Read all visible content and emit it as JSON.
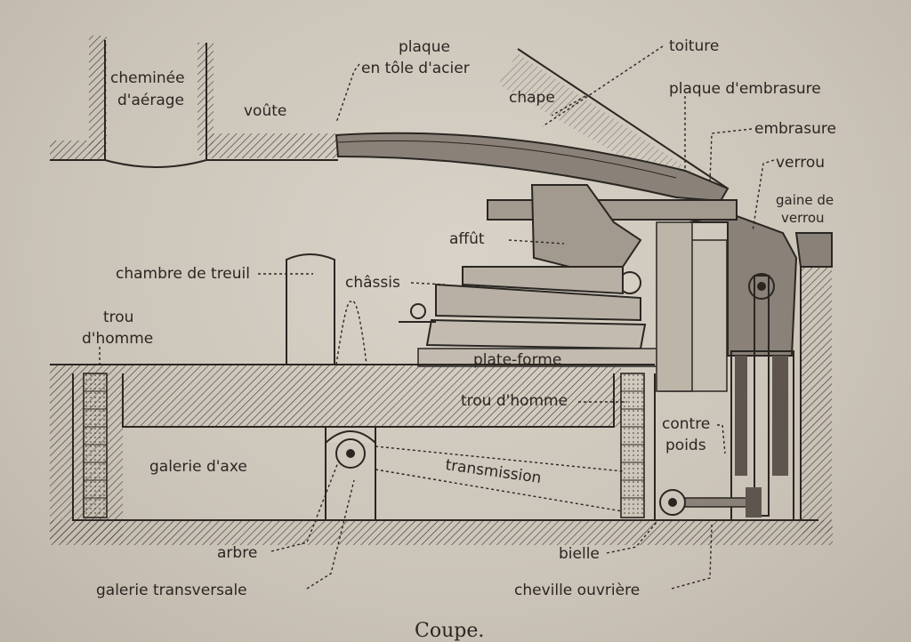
{
  "caption": "Coupe.",
  "labels": {
    "cheminee": "cheminée",
    "aerage": "d'aérage",
    "voute": "voûte",
    "plaque": "plaque",
    "tole": "en tôle d'acier",
    "chape": "chape",
    "toiture": "toiture",
    "plaque_embrasure": "plaque d'embrasure",
    "embrasure": "embrasure",
    "verrou": "verrou",
    "gaine_de": "gaine de",
    "gaine_verrou": "verrou",
    "affut": "affût",
    "chambre_treuil": "chambre de treuil",
    "chassis": "châssis",
    "trou_homme_a": "trou",
    "trou_homme_b": "d'homme",
    "plate_forme": "plate-forme",
    "trou_homme_2": "trou d'homme",
    "contre": "contre",
    "poids": "poids",
    "galerie_axe": "galerie d'axe",
    "transmission": "transmission",
    "arbre": "arbre",
    "bielle": "bielle",
    "galerie_transversale": "galerie transversale",
    "cheville": "cheville ouvrière"
  },
  "icons": [
    "cannon-turret-section-drawing",
    "ladder-icon",
    "winch-wheel-icon",
    "counterweight-icon"
  ]
}
